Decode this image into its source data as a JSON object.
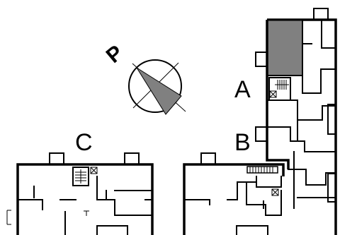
{
  "north_arrow": {
    "label": "P"
  },
  "buildings": {
    "a": {
      "label": "A",
      "highlight_color": "#808080"
    },
    "b": {
      "label": "B"
    },
    "c": {
      "label": "C"
    }
  },
  "colors": {
    "ink": "#000000",
    "highlight": "#808080",
    "sector": "#808080"
  }
}
